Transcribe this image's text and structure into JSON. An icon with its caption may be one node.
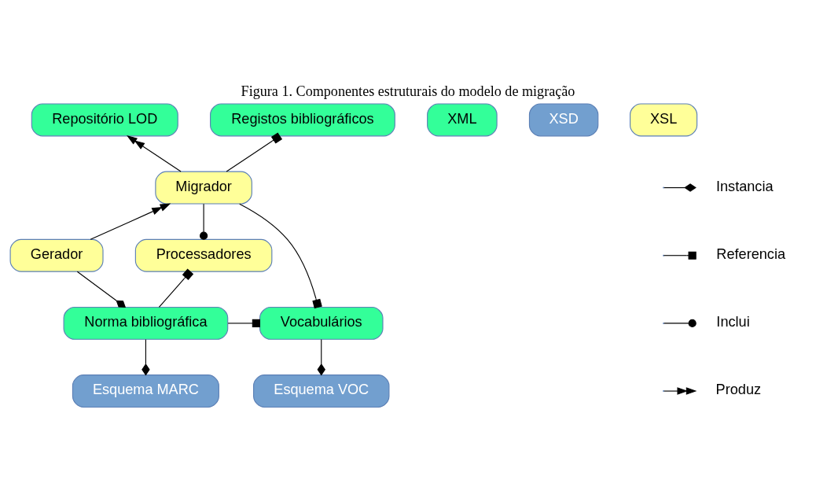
{
  "diagram": {
    "title": "Figura 1. Componentes estruturais do modelo de migração",
    "nodes": [
      {
        "text": [
          "Repositório LOD"
        ]
      },
      {
        "text": [
          "Registos bibliográficos"
        ]
      },
      {
        "text": [
          "Migrador"
        ]
      },
      {
        "text": [
          "Gerador"
        ]
      },
      {
        "text": [
          "Processadores"
        ]
      },
      {
        "text": [
          "Vocabulários"
        ]
      },
      {
        "text": [
          "Norma bibliográfica"
        ]
      },
      {
        "text": [
          "Esquema VOC"
        ]
      },
      {
        "text": [
          "Esquema MARC"
        ]
      }
    ],
    "edges": [
      {
        "from": 2,
        "to": 0,
        "arrow": "to"
      },
      {
        "from": 2,
        "to": 1,
        "arrow": "other"
      },
      {
        "from": 2,
        "to": 5,
        "arrow": "other"
      },
      {
        "from": 3,
        "to": 2,
        "arrow": "to"
      },
      {
        "from": 2,
        "to": 4,
        "arrow": "other"
      },
      {
        "from": 3,
        "to": 6,
        "arrow": "other"
      },
      {
        "from": 6,
        "to": 5,
        "arrow": "other"
      },
      {
        "from": 6,
        "to": 4,
        "arrow": "other"
      },
      {
        "from": 5,
        "to": 7,
        "arrow": "other"
      },
      {
        "from": 6,
        "to": 8,
        "arrow": "other"
      }
    ],
    "legend": [
      {
        "text": "XML",
        "color": "#33ff99"
      },
      {
        "text": "XSD",
        "color": "#729fcf"
      },
      {
        "text": "XSL",
        "color": "#ffff99"
      },
      {
        "text": "Instancia"
      },
      {
        "text": "Referencia"
      },
      {
        "text": "Inclui"
      },
      {
        "text": "Produz"
      }
    ]
  }
}
